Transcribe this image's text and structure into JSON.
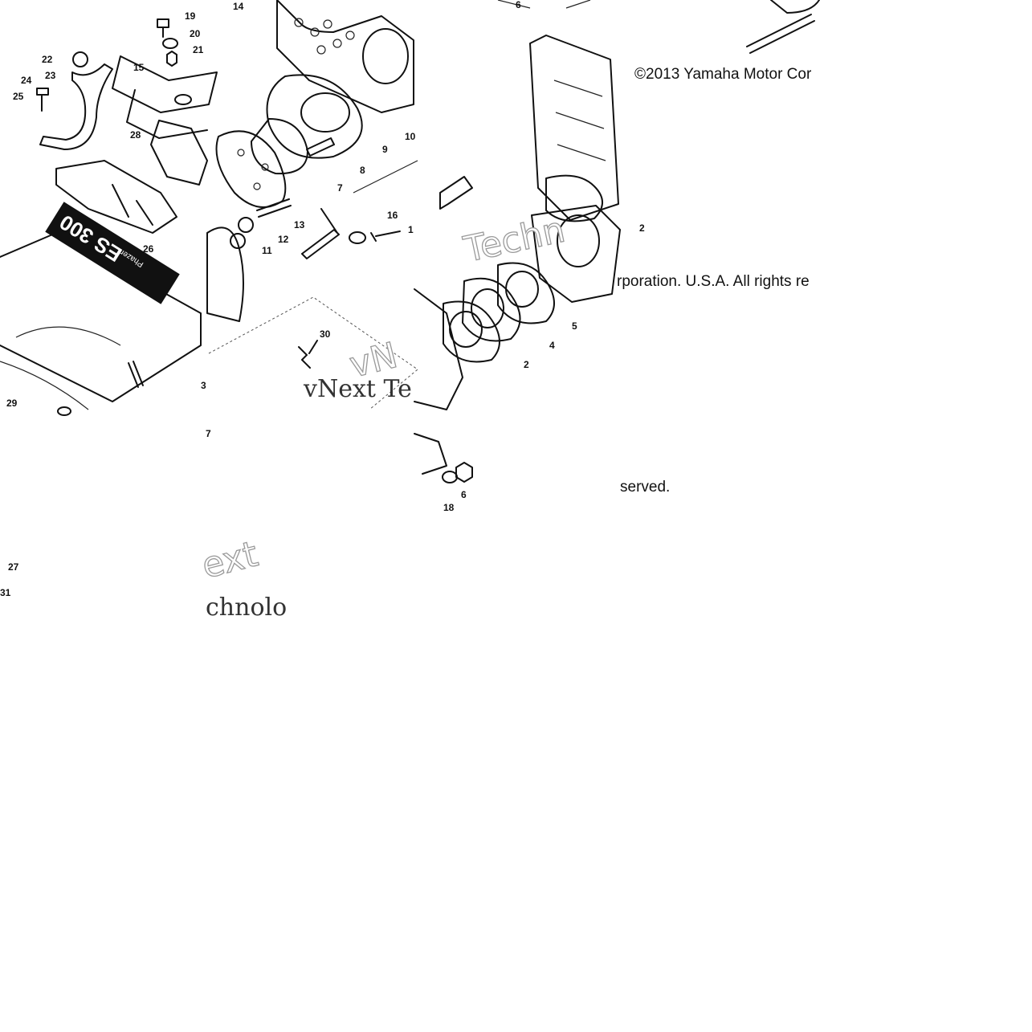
{
  "copyright": {
    "line1": "©2013 Yamaha Motor Cor",
    "line2": "rporation. U.S.A. All rights re",
    "line3": "served."
  },
  "watermarks": {
    "techn": "Techn",
    "vnext_tec": "vNext Te",
    "vn": "vN",
    "ext": "ext",
    "chnolo": "chnolo"
  },
  "decal_text": {
    "model": "ES 300",
    "script": "Phazer"
  },
  "callouts": [
    "2",
    "2",
    "3",
    "4",
    "5",
    "6",
    "7",
    "8",
    "9",
    "10",
    "11",
    "12",
    "13",
    "14",
    "15",
    "16",
    "18",
    "19",
    "20",
    "21",
    "22",
    "23",
    "24",
    "25",
    "26",
    "27",
    "28",
    "29",
    "30",
    "31",
    "7",
    "1"
  ]
}
